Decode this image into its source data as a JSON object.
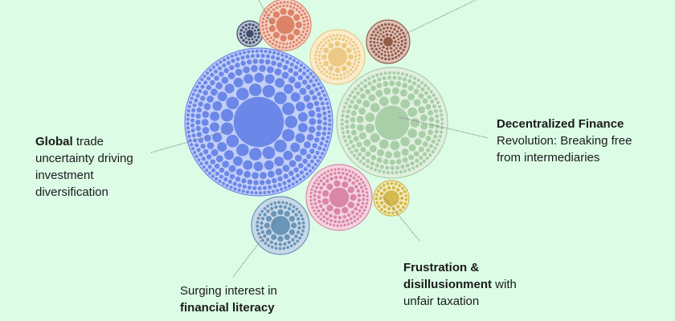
{
  "clusters": [
    {
      "id": "global-trade",
      "color": "#6b87e8",
      "fill": "#c3cff7",
      "children_scale": "many"
    },
    {
      "id": "defi",
      "color": "#a8cfa8",
      "fill": "#e2efe0",
      "children_scale": "many"
    },
    {
      "id": "taxation",
      "color": "#d4b850",
      "fill": "#f2eec0"
    },
    {
      "id": "financial-literacy",
      "color": "#6a94b8",
      "fill": "#c8d8e8"
    },
    {
      "id": "pink",
      "color": "#da86a6",
      "fill": "#f4d4e0"
    },
    {
      "id": "navy",
      "color": "#3f4d70",
      "fill": "#b6bccb"
    },
    {
      "id": "orange",
      "color": "#dc8468",
      "fill": "#f6d2c6"
    },
    {
      "id": "yellow",
      "color": "#ecc984",
      "fill": "#faeccc"
    },
    {
      "id": "brown",
      "color": "#955a48",
      "fill": "#dcc2b8"
    }
  ],
  "labels": {
    "global": {
      "bold": "Global",
      "rest": " trade uncertainty driving investment diversification"
    },
    "defi": {
      "bold": "Decentralized Finance",
      "rest": " Revolution: Breaking free from intermediaries"
    },
    "tax": {
      "bold": "Frustration & disillusionment",
      "rest": " with unfair taxation"
    },
    "literacy": {
      "rest": "Surging interest in ",
      "bold": "financial literacy"
    }
  }
}
